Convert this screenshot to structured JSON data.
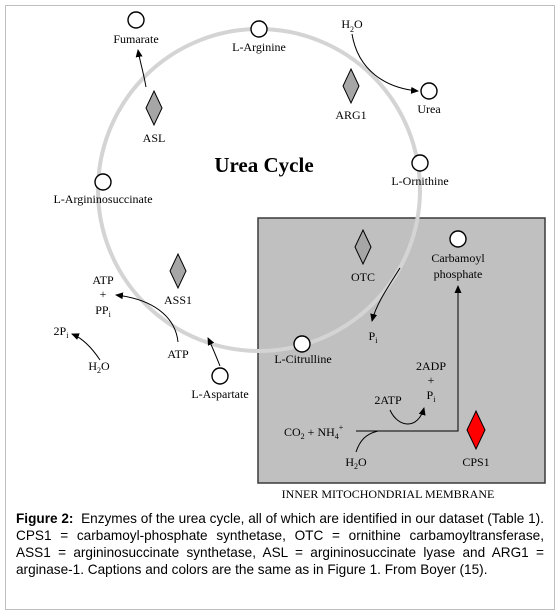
{
  "diagram": {
    "title": "Urea Cycle",
    "nodes": {
      "fumarate": "Fumarate",
      "arginine": "L-Arginine",
      "water_top_main": "H",
      "water_top_sub": "2",
      "water_top_o": "O",
      "urea": "Urea",
      "ornithine": "L-Ornithine",
      "argininosuccinate": "L-Argininosuccinate",
      "carbamoyl_line1": "Carbamoyl",
      "carbamoyl_line2": "phosphate",
      "citrulline": "L-Citrulline",
      "aspartate": "L-Aspartate",
      "atp_left": "ATP",
      "plus": "+",
      "ppi_main": "PP",
      "ppi_sub": "i",
      "twopi_main": "2P",
      "twopi_sub": "i",
      "water_left_main": "H",
      "water_left_sub": "2",
      "water_left_o": "O",
      "atp_bottom": "ATP",
      "pi_main": "P",
      "pi_sub": "i",
      "twoadp": "2ADP",
      "plus2": "+",
      "pi2_main": "P",
      "pi2_sub": "i",
      "twoatp": "2ATP",
      "co2": "CO",
      "co2_sub": "2",
      "co2_plus": " + NH",
      "nh4_sub": "4",
      "nh4_sup": "+",
      "water_bottom_main": "H",
      "water_bottom_sub": "2",
      "water_bottom_o": "O"
    },
    "enzymes": {
      "asl": "ASL",
      "arg1": "ARG1",
      "otc": "OTC",
      "ass1": "ASS1",
      "cps1": "CPS1"
    },
    "membrane_label": "INNER MITOCHONDRIAL MEMBRANE",
    "colors": {
      "mito_fill": "#c0c0c0",
      "cycle_ring": "#d4d4d4",
      "enzyme_gray": "#a6a6a6",
      "enzyme_red": "#ff0000"
    }
  },
  "caption": {
    "figure_label": "Figure 2:",
    "text": "Enzymes of the urea cycle, all of which are identified in our dataset (Table 1). CPS1 = carbamoyl-phosphate synthetase, OTC = ornithine carbamoyltransferase, ASS1 = argininosuccinate synthetase, ASL = argininosuccinate lyase and ARG1 = arginase-1. Captions and colors are the same as in Figure 1. From Boyer (15)."
  }
}
